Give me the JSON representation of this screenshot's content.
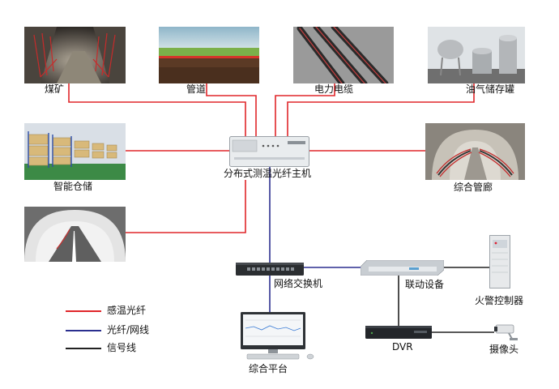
{
  "colors": {
    "sensing_fiber": "#e0262a",
    "fiber_network": "#2b2f8f",
    "signal_line": "#222222"
  },
  "nodes": {
    "coal_mine": "煤矿",
    "pipeline": "管道",
    "power_cable": "电力电缆",
    "oil_tank": "油气储存罐",
    "warehouse": "智能仓储",
    "utility_tunnel": "综合管廊",
    "host": "分布式测温光纤主机",
    "switch": "网络交换机",
    "linkage": "联动设备",
    "fire_controller": "火警控制器",
    "dvr": "DVR",
    "camera": "摄像头",
    "platform": "综合平台"
  },
  "legend": [
    {
      "label": "感温光纤",
      "color": "#e0262a"
    },
    {
      "label": "光纤/网线",
      "color": "#2b2f8f"
    },
    {
      "label": "信号线",
      "color": "#222222"
    }
  ]
}
